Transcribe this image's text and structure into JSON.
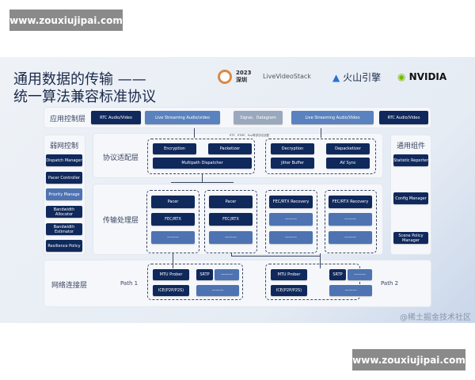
{
  "watermark": "www.zouxiujipai.com",
  "title": [
    "通用数据的传输 ——",
    "统一算法兼容标准协议"
  ],
  "logos": {
    "event": "2023 深圳",
    "lvs": "LiveVideoStack",
    "volc": "火山引擎",
    "nvidia": "NVIDIA"
  },
  "app": {
    "label": "应用控制层",
    "items": [
      "RTC Audio/Video",
      "Live Streaming Audio/video",
      "Signal、Datagram",
      "Live Streaming Audio/Video",
      "RTC Audio/Video"
    ]
  },
  "weak": {
    "title": "弱网控制",
    "items": [
      "Dispatch Manager",
      "Pacer Controller",
      "Priority Manage",
      "Bandwidth Allocator",
      "Bandwidth Estimator",
      "Resilience Policy"
    ]
  },
  "protocol": {
    "label": "协议适配层",
    "note": "RTP、RTMP、Kcp等多协议适配",
    "send": [
      "Encryption",
      "Packetizer",
      "Multipath Dispatcher"
    ],
    "recv": [
      "Decryption",
      "Depacketizer",
      "Jitter Buffer",
      "AV Sync"
    ]
  },
  "transport": {
    "label": "传输处理层",
    "send": [
      "Pacer",
      "FEC/RTX",
      "———"
    ],
    "recv": [
      "FEC/RTX Recovery",
      "———",
      "———"
    ]
  },
  "common": {
    "title": "通用组件",
    "items": [
      "Statistic Reporter",
      "Config Manager",
      "Scene Policy Manager"
    ]
  },
  "network": {
    "label": "网络连接层",
    "path1": "Path 1",
    "path2": "Path 2",
    "items": [
      "MTU Prober",
      "SRTP",
      "———",
      "ICE(P2P/P2S)",
      "———"
    ]
  },
  "credit": "@稀土掘金技术社区"
}
